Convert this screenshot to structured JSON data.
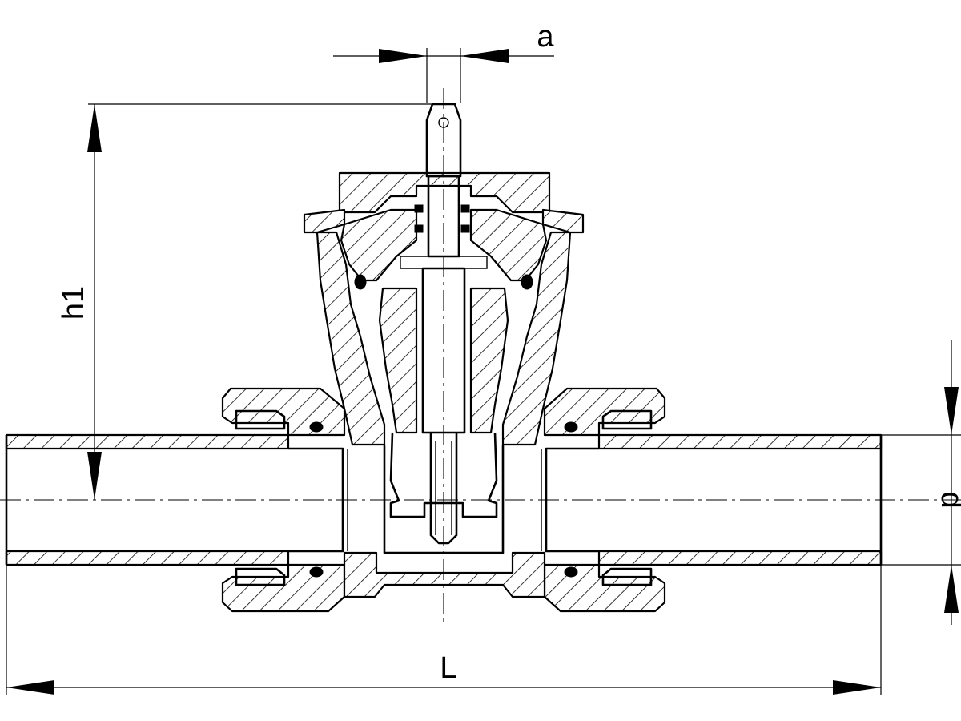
{
  "dimensions": {
    "a": "a",
    "h1": "h1",
    "L": "L",
    "d": "d"
  }
}
